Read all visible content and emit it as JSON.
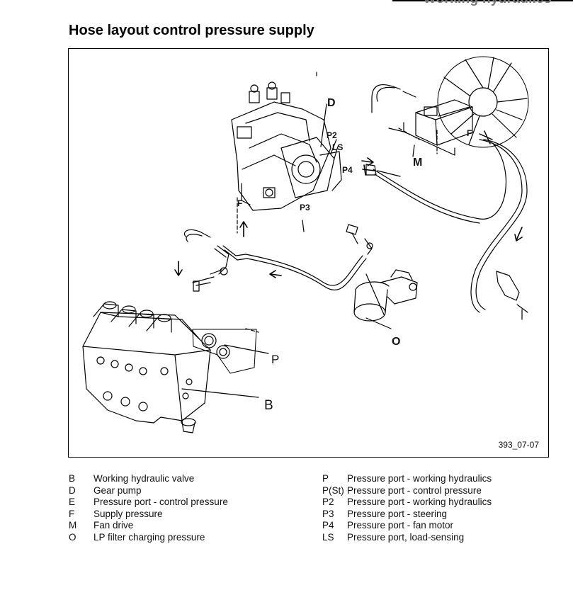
{
  "header": {
    "section": "Working hydraulics",
    "title": "Hose layout control pressure supply"
  },
  "figure": {
    "figure_id": "393_07-07",
    "callouts": {
      "D": "D",
      "P2": "P2",
      "LS": "LS",
      "P4": "P4",
      "F_top": "F",
      "M": "M",
      "F_left": "F",
      "P3": "P3",
      "O": "O",
      "P": "P",
      "B": "B"
    }
  },
  "legend": {
    "left": [
      {
        "code": "B",
        "text": "Working hydraulic valve"
      },
      {
        "code": "D",
        "text": "Gear pump"
      },
      {
        "code": "E",
        "text": "Pressure port - control pressure"
      },
      {
        "code": "F",
        "text": "Supply pressure"
      },
      {
        "code": "M",
        "text": "Fan drive"
      },
      {
        "code": "O",
        "text": "LP filter charging pressure"
      }
    ],
    "right": [
      {
        "code": "P",
        "text": "Pressure port - working hydraulics"
      },
      {
        "code": "P(St)",
        "text": "Pressure port - control pressure"
      },
      {
        "code": "P2",
        "text": "Pressure port - working hydraulics"
      },
      {
        "code": "P3",
        "text": "Pressure port - steering"
      },
      {
        "code": "P4",
        "text": "Pressure port - fan motor"
      },
      {
        "code": "LS",
        "text": "Pressure port, load-sensing"
      }
    ]
  }
}
